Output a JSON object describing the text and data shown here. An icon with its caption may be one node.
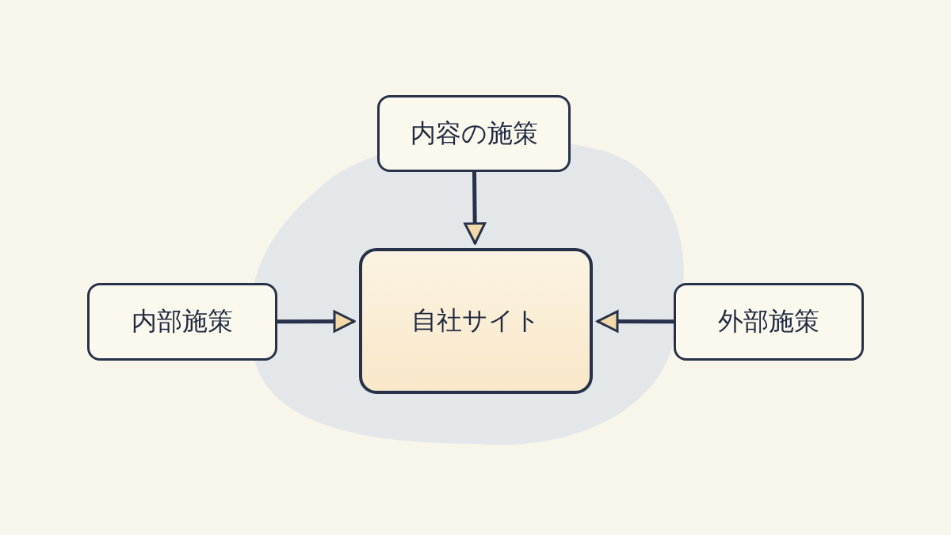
{
  "diagram": {
    "nodes": [
      {
        "text": [
          "内容の施策"
        ]
      },
      {
        "text": [
          "内部施策"
        ]
      },
      {
        "text": [
          "自社サイト"
        ]
      },
      {
        "text": [
          "外部施策"
        ]
      }
    ],
    "edges": [
      {
        "from": 0,
        "to": 2,
        "arrow": "to"
      },
      {
        "from": 1,
        "to": 2,
        "arrow": "to"
      },
      {
        "from": 3,
        "to": 2,
        "arrow": "to"
      }
    ]
  }
}
